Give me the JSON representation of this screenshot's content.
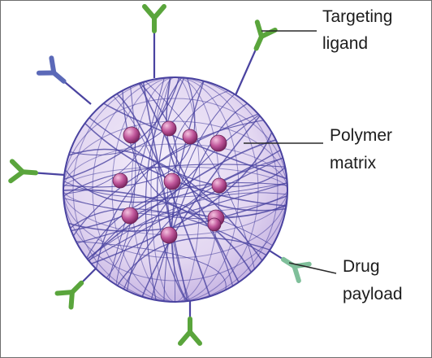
{
  "labels": {
    "targeting": [
      "Targeting",
      "ligand"
    ],
    "polymer": [
      "Polymer",
      "matrix"
    ],
    "drug": [
      "Drug",
      "payload"
    ]
  },
  "colors": {
    "sphere_fill": "#e6dcf2",
    "mesh": "#4a43a0",
    "ligand_green": "#5aa53c",
    "ligand_blue": "#5b69b8",
    "ligand_teal": "#7fbf9a",
    "drug_particle": "#c0569a"
  },
  "icons": {
    "ligand": "y-shaped-antibody-icon",
    "drug": "drug-sphere-icon"
  }
}
